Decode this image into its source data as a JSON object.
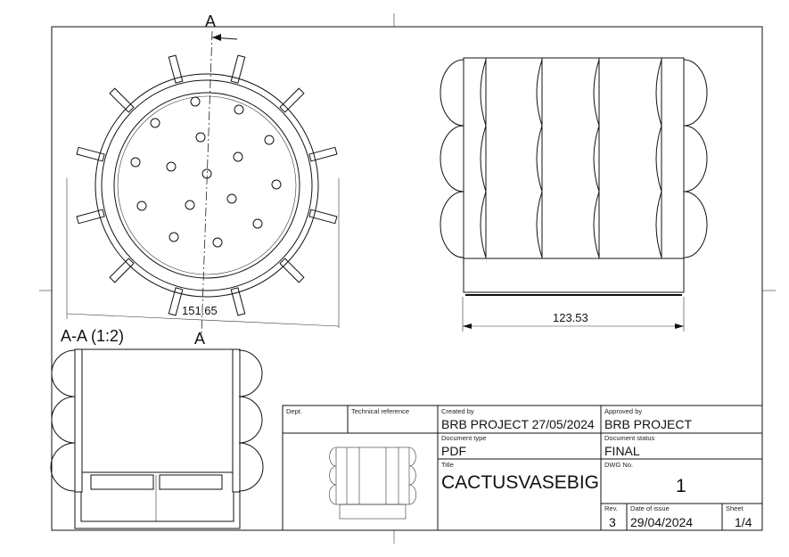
{
  "drawing": {
    "section_marker_top": "A",
    "section_marker_bottom": "A",
    "dim_diameter": "151.65",
    "dim_width": "123.53",
    "section_label": "A-A (1:2)"
  },
  "title_block": {
    "dept_label": "Dept.",
    "techref_label": "Technical reference",
    "created_by_label": "Created by",
    "created_by_value": "BRB PROJECT 27/05/2024",
    "approved_by_label": "Approved by",
    "approved_by_value": "BRB PROJECT",
    "doc_type_label": "Document type",
    "doc_type_value": "PDF",
    "doc_status_label": "Document status",
    "doc_status_value": "FINAL",
    "title_label": "Title",
    "title_value": "CACTUSVASEBIG",
    "dwg_label": "DWG No.",
    "dwg_value": "1",
    "rev_label": "Rev.",
    "rev_value": "3",
    "date_label": "Date of issue",
    "date_value": "29/04/2024",
    "sheet_label": "Sheet",
    "sheet_value": "1/4"
  }
}
